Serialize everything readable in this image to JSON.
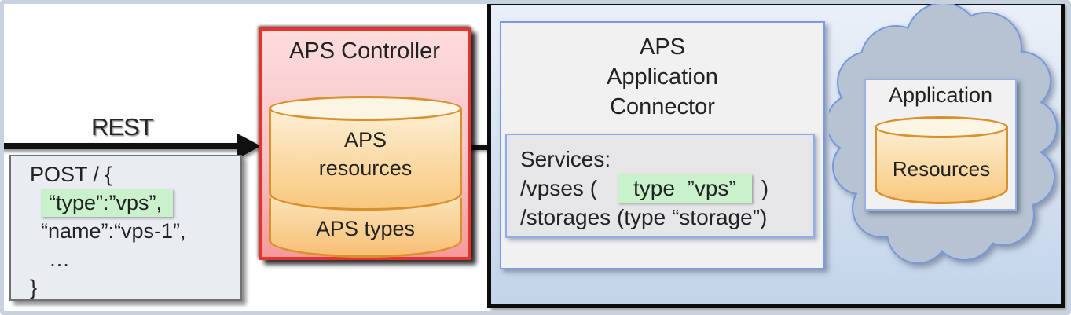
{
  "post_box": {
    "line1": "POST / {",
    "highlight": "“type”:”vps”,",
    "line3": "“name”:“vps-1”,",
    "line4": "…",
    "line5": "}"
  },
  "rest_arrow": {
    "label": "REST"
  },
  "controller": {
    "title": "APS Controller",
    "resources_db_label": "APS\nresources",
    "types_db_label": "APS types"
  },
  "connector": {
    "title": "APS\nApplication\nConnector",
    "services": {
      "heading": "Services:",
      "vpses_prefix": "/vpses (",
      "vpses_highlight": "type  ”vps”",
      "vpses_suffix": ")",
      "storages_line": "/storages (type “storage”)"
    }
  },
  "cloud": {
    "application": {
      "title": "Application",
      "resources_db_label": "Resources"
    }
  },
  "colors": {
    "canvas-bg": "#ffffff",
    "frame-blue": "#c7d2e1",
    "box-gray-fill": "#e9edf2",
    "box-gray-border": "#6e7275",
    "highlight-green": "#c9f1cb",
    "controller-border-red": "#e5332d",
    "controller-fill-top": "#fcdcde",
    "controller-fill-bottom": "#f59a9b",
    "db-border-orange": "#d9912f",
    "db-fill-light": "#fcefd4",
    "db-fill-dark": "#f9c87e",
    "big-box-border": "#0c0c0c",
    "big-box-fill-top": "#eaf0f9",
    "big-box-fill-bottom": "#c3d4e9",
    "inner-box-fill": "#f1f1f2",
    "inner-box-border-blue": "#7b9ae4",
    "services-fill": "#e6e6e8",
    "cloud-fill": "#b5c3d3",
    "cloud-border": "#7897dd",
    "arrow-black": "#111111",
    "arrow-blue": "#1515d0",
    "text": "#222222"
  }
}
